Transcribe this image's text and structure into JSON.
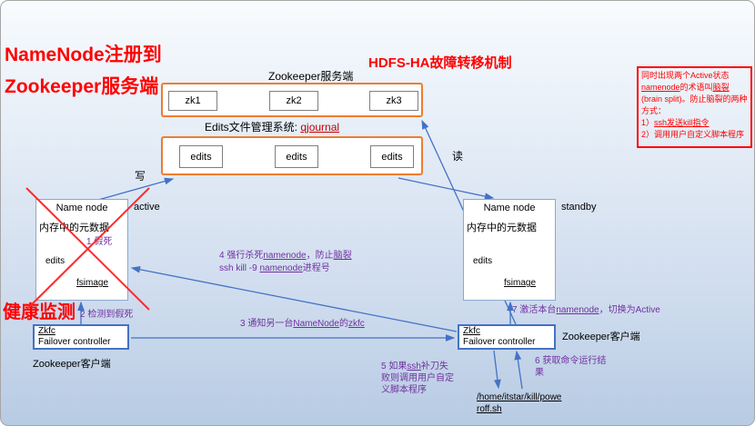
{
  "titles": {
    "reg_line1": "NameNode注册到",
    "reg_line2": "Zookeeper服务端",
    "main": "HDFS-HA故障转移机制",
    "health": "健康监测"
  },
  "zk_cluster": {
    "label": "Zookeeper服务端",
    "nodes": [
      "zk1",
      "zk2",
      "zk3"
    ]
  },
  "edits_cluster": {
    "label_prefix": "Edits文件管理系统: ",
    "label_link": "qjournal",
    "nodes": [
      "edits",
      "edits",
      "edits"
    ]
  },
  "flow_labels": {
    "write": "写",
    "read": "读"
  },
  "namenode_left": {
    "title": "Name node",
    "state": "active",
    "memory": "内存中的元数据",
    "step1": "1 假死",
    "edits": "edits",
    "fsimage": "fsimage"
  },
  "namenode_right": {
    "title": "Name node",
    "state": "standby",
    "memory": "内存中的元数据",
    "edits": "edits",
    "fsimage": "fsimage"
  },
  "zkfc_left": {
    "name": "Zkfc",
    "subtitle": "Failover controller",
    "client_label": "Zookeeper客户端"
  },
  "zkfc_right": {
    "name": "Zkfc",
    "subtitle": "Failover controller",
    "client_label": "Zookeeper客户端"
  },
  "steps": {
    "s2": "2 检测到假死",
    "s3_pre": "3 通知另一台",
    "s3_link1": "NameNode",
    "s3_mid": "的",
    "s3_link2": "zkfc",
    "s4_pre": "4 强行杀死",
    "s4_link1": "namenode",
    "s4_mid": "，防止",
    "s4_link2": "脑裂",
    "s4b_pre": "ssh kill -9 ",
    "s4b_link": "namenode",
    "s4b_post": "进程号",
    "s5_pre": "5 如果",
    "s5_link": "ssh",
    "s5_post": "补刀失败则调用用户自定义脚本程序",
    "s6": "6 获取命令运行结果",
    "s7_pre": "7 激活本台",
    "s7_link": "namenode",
    "s7_post": "，切换为Active"
  },
  "script_path": "/home/itstar/kill/poweroff.sh",
  "note": {
    "l1": "同时出现两个Active状态",
    "l2_link": "namenode",
    "l2_mid": "的术语叫",
    "l2_link2": "脑裂",
    "l2_post": "(brain split)。",
    "l3": "防止脑裂的两种方式：",
    "l4_num": "1）",
    "l4_link": "ssh发送kill指令",
    "l5": "2）调用用户自定义脚本程序"
  },
  "colors": {
    "accent_orange": "#ed7d31",
    "accent_blue": "#4472c4",
    "purple": "#7030a0",
    "red": "#ff0000"
  }
}
